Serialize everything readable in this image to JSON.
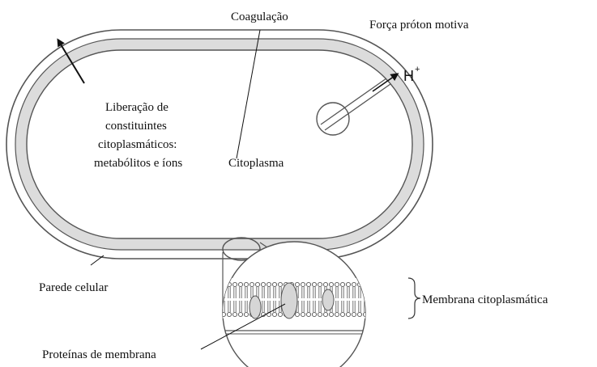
{
  "labels": {
    "coagulation": "Coagulação",
    "proton_force": "Força próton motiva",
    "proton_symbol": "H",
    "proton_charge": "+",
    "release_line1": "Liberação de",
    "release_line2": "constituintes",
    "release_line3": "citoplasmáticos:",
    "release_line4": "metabólitos e íons",
    "cytoplasm": "Citoplasma",
    "cell_wall": "Parede celular",
    "cytoplasmic_membrane": "Membrana citoplasmática",
    "membrane_proteins": "Proteínas de membrana"
  },
  "colors": {
    "outline": "#555555",
    "membrane_band": "#dcdcdc",
    "text": "#111111"
  }
}
